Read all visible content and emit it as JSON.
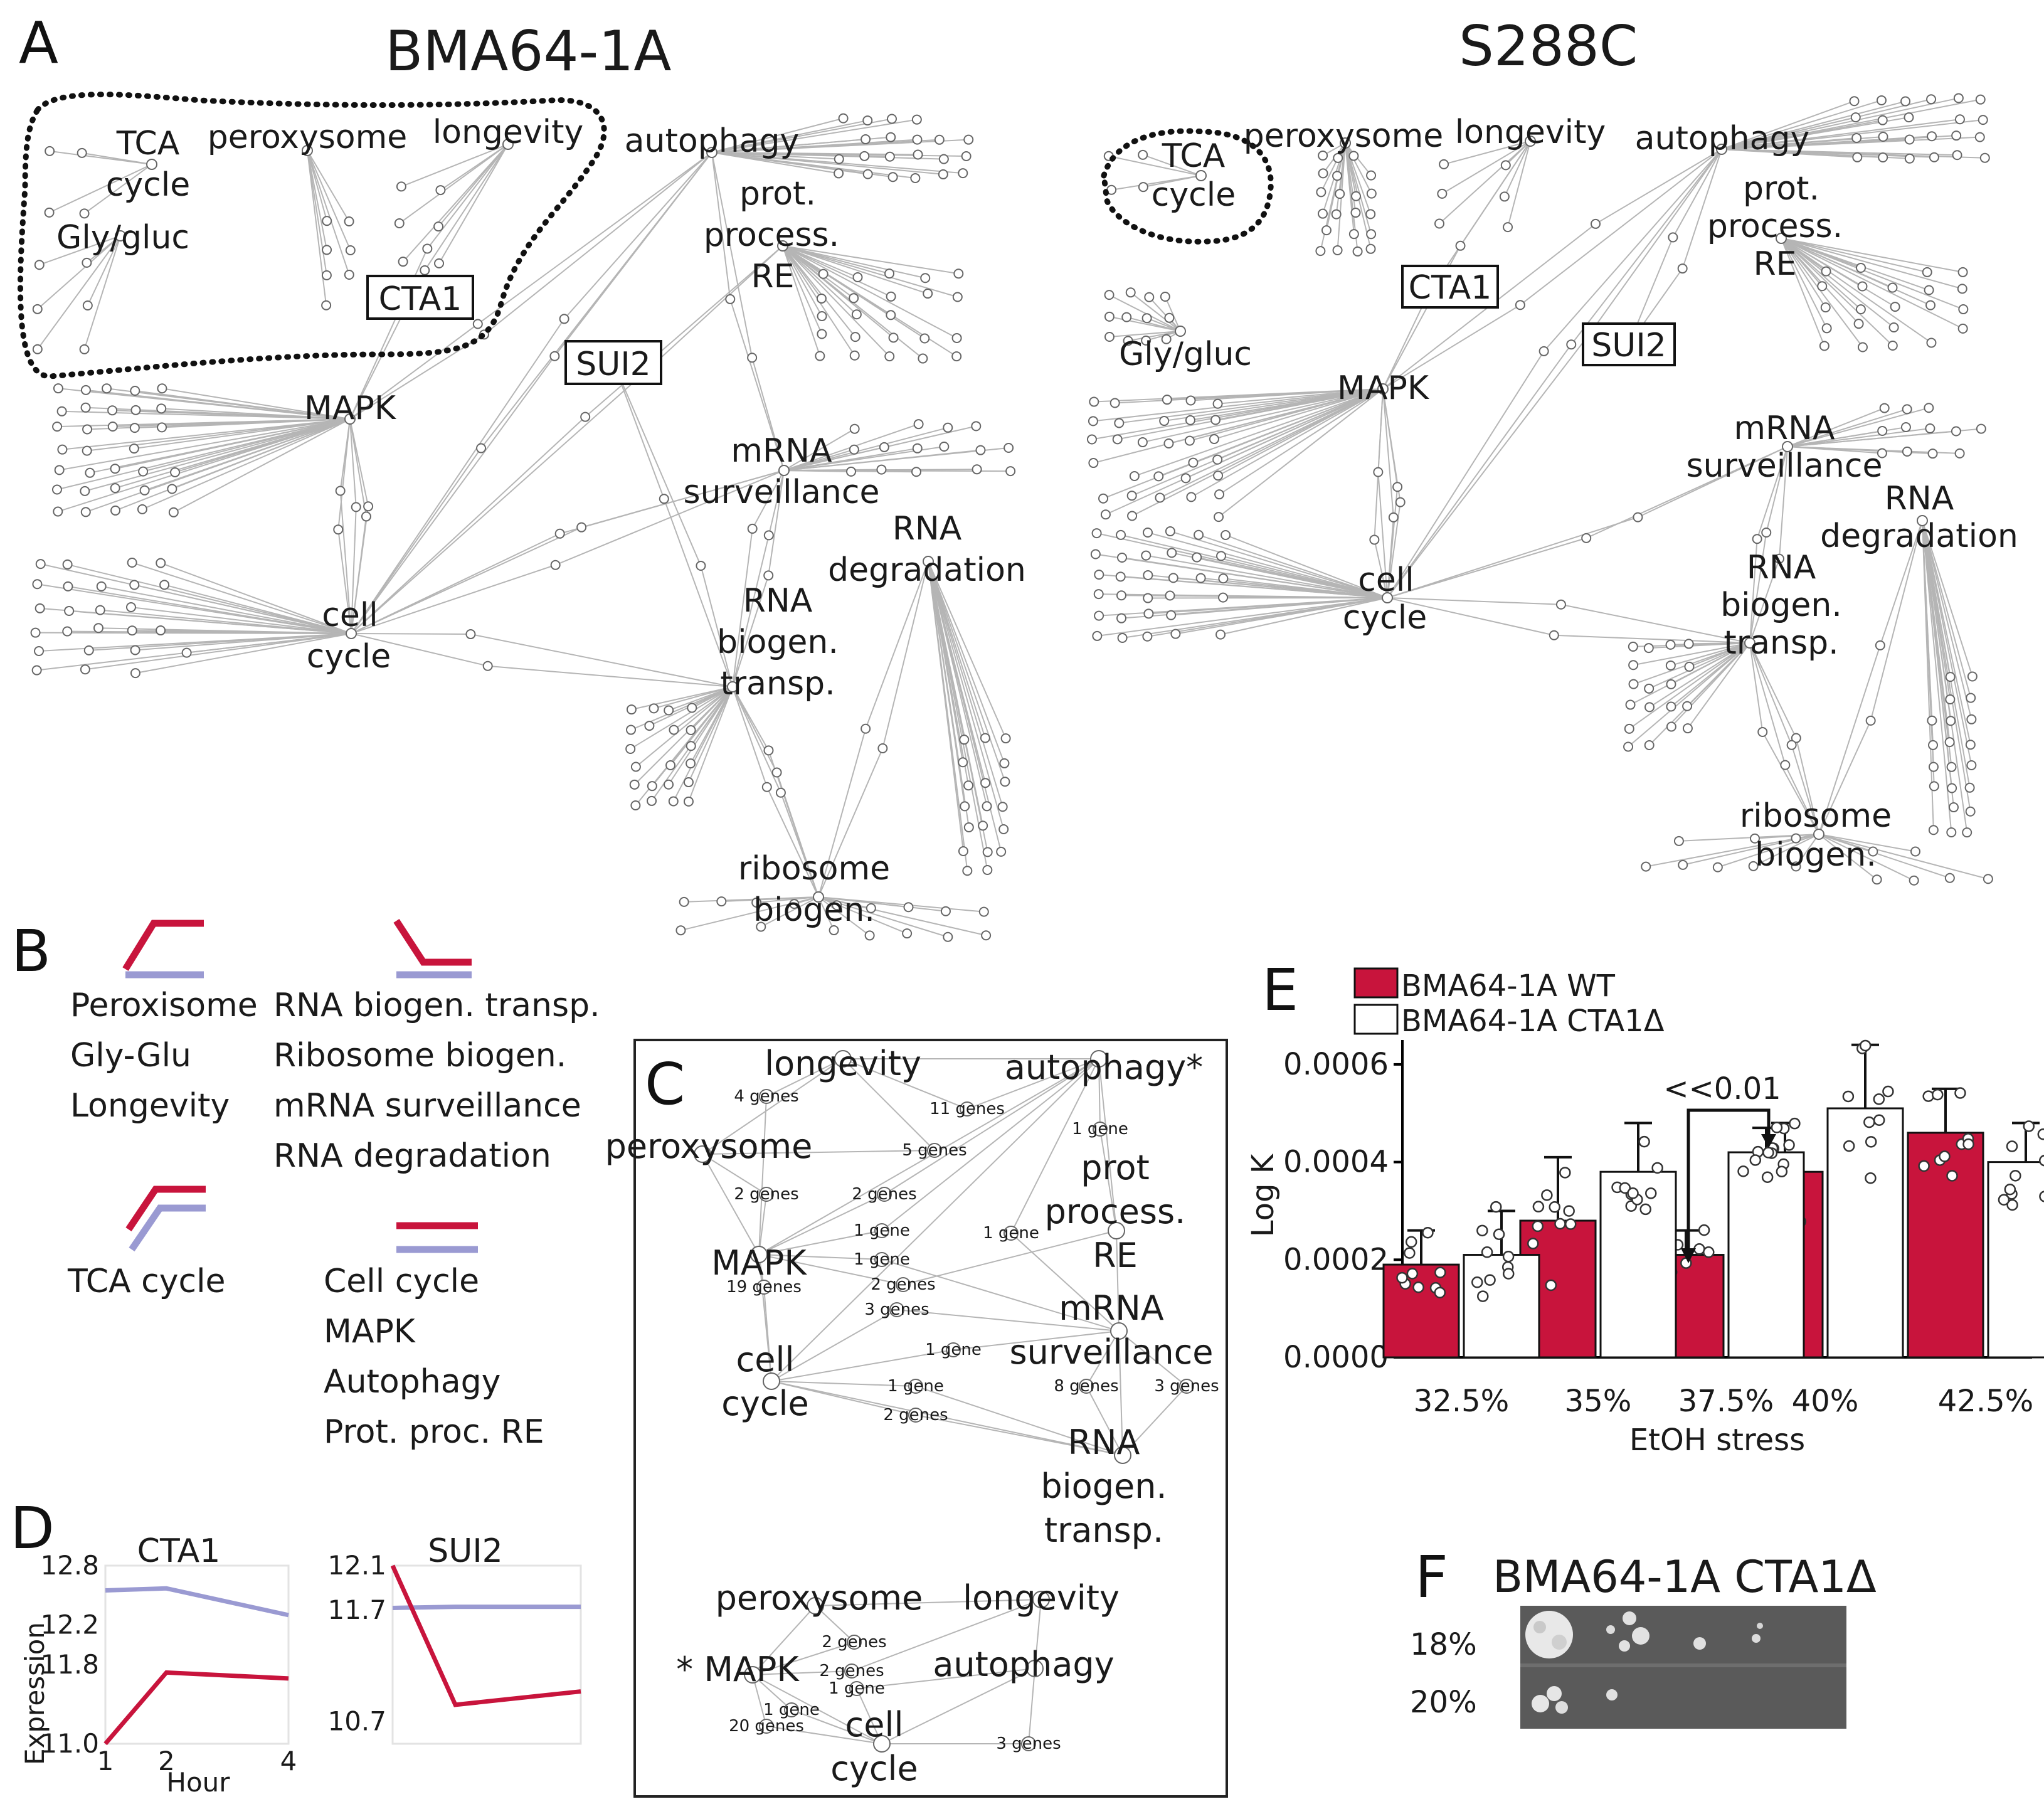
{
  "panel_a": {
    "letter": "A",
    "networks": [
      {
        "title": "BMA64-1A",
        "title_color": "#c8143c",
        "hubs": [
          {
            "id": "tca",
            "lines": [
              "TCA",
              "cycle"
            ]
          },
          {
            "id": "glygluc",
            "lines": [
              "Gly/gluc"
            ]
          },
          {
            "id": "perox",
            "lines": [
              "peroxysome"
            ]
          },
          {
            "id": "longev",
            "lines": [
              "longevity"
            ]
          },
          {
            "id": "autoph",
            "lines": [
              "autophagy"
            ]
          },
          {
            "id": "prot",
            "lines": [
              "prot.",
              "process.",
              "RE"
            ]
          },
          {
            "id": "mapk",
            "lines": [
              "MAPK"
            ]
          },
          {
            "id": "mrna",
            "lines": [
              "mRNA",
              "surveillance"
            ]
          },
          {
            "id": "rnadeg",
            "lines": [
              "RNA",
              "degradation"
            ]
          },
          {
            "id": "rnabio",
            "lines": [
              "RNA",
              "biogen.",
              "transp."
            ]
          },
          {
            "id": "cell",
            "lines": [
              "cell",
              "cycle"
            ]
          },
          {
            "id": "ribo",
            "lines": [
              "ribosome",
              "biogen."
            ]
          }
        ],
        "boxed_genes": [
          "CTA1",
          "SUI2"
        ]
      },
      {
        "title": "S288C",
        "title_color": "#9a9ad2",
        "hubs": [
          {
            "id": "tca",
            "lines": [
              "TCA",
              "cycle"
            ]
          },
          {
            "id": "perox",
            "lines": [
              "peroxysome"
            ]
          },
          {
            "id": "longev",
            "lines": [
              "longevity"
            ]
          },
          {
            "id": "autoph",
            "lines": [
              "autophagy"
            ]
          },
          {
            "id": "prot",
            "lines": [
              "prot.",
              "process.",
              "RE"
            ]
          },
          {
            "id": "glygluc",
            "lines": [
              "Gly/gluc"
            ]
          },
          {
            "id": "mapk",
            "lines": [
              "MAPK"
            ]
          },
          {
            "id": "mrna",
            "lines": [
              "mRNA",
              "surveillance"
            ]
          },
          {
            "id": "rnadeg",
            "lines": [
              "RNA",
              "degradation"
            ]
          },
          {
            "id": "rnabio",
            "lines": [
              "RNA",
              "biogen.",
              "transp."
            ]
          },
          {
            "id": "cell",
            "lines": [
              "cell",
              "cycle"
            ]
          },
          {
            "id": "ribo",
            "lines": [
              "ribosome",
              "biogen."
            ]
          }
        ],
        "boxed_genes": [
          "CTA1",
          "SUI2"
        ]
      }
    ]
  },
  "panel_b": {
    "letter": "B",
    "groups": [
      {
        "pattern": "up-red",
        "items": [
          "Peroxisome",
          "Gly-Glu",
          "Longevity"
        ]
      },
      {
        "pattern": "down-red",
        "items": [
          "RNA biogen. transp.",
          "Ribosome biogen.",
          "mRNA surveillance",
          "RNA degradation"
        ]
      },
      {
        "pattern": "up-both",
        "items": [
          "TCA cycle"
        ]
      },
      {
        "pattern": "flat-both",
        "items": [
          "Cell cycle",
          "MAPK",
          "Autophagy",
          "Prot. proc. RE"
        ]
      }
    ],
    "colors": {
      "bma": "#c8143c",
      "s288c": "#9a9ad2"
    }
  },
  "panel_c": {
    "letter": "C",
    "upper_hubs": [
      {
        "id": "longev",
        "lines": [
          "longevity"
        ]
      },
      {
        "id": "autoph",
        "lines": [
          "autophagy*"
        ]
      },
      {
        "id": "perox",
        "lines": [
          "peroxysome"
        ]
      },
      {
        "id": "prot",
        "lines": [
          "prot",
          "process.",
          "RE"
        ]
      },
      {
        "id": "mapk",
        "lines": [
          "MAPK"
        ]
      },
      {
        "id": "mrna",
        "lines": [
          "mRNA",
          "surveillance"
        ]
      },
      {
        "id": "cell",
        "lines": [
          "cell",
          "cycle"
        ]
      },
      {
        "id": "rnabio",
        "lines": [
          "RNA",
          "biogen.",
          "transp."
        ]
      }
    ],
    "upper_gene_labels": [
      "4 genes",
      "11 genes",
      "1 gene",
      "5 genes",
      "2 genes",
      "2 genes",
      "1 gene",
      "1 gene",
      "1 gene",
      "19 genes",
      "2 genes",
      "3 genes",
      "1 gene",
      "1 gene",
      "8 genes",
      "3 genes",
      "2 genes"
    ],
    "lower_hubs": [
      {
        "id": "perox",
        "lines": [
          "peroxysome"
        ]
      },
      {
        "id": "longev",
        "lines": [
          "longevity"
        ]
      },
      {
        "id": "mapk",
        "lines": [
          "* MAPK"
        ]
      },
      {
        "id": "autoph",
        "lines": [
          "autophagy"
        ]
      },
      {
        "id": "cell",
        "lines": [
          "cell",
          "cycle"
        ]
      }
    ],
    "lower_gene_labels": [
      "2 genes",
      "2 genes",
      "1 gene",
      "1 gene",
      "20 genes",
      "3 genes"
    ]
  },
  "panel_d": {
    "letter": "D",
    "ylabel": "Expression",
    "xlabel": "Hour",
    "colors": {
      "bma": "#c8143c",
      "s288c": "#9a9ad2"
    },
    "charts": [
      {
        "title": "CTA1",
        "x": [
          1,
          2,
          4
        ],
        "ylim": [
          11.0,
          12.8
        ],
        "yticks": [
          "12.8",
          "12.2",
          "11.8",
          "11.0"
        ],
        "ytick_values": [
          12.8,
          12.2,
          11.8,
          11.0
        ],
        "xticks": [
          "1",
          "2",
          "4"
        ],
        "series": [
          {
            "key": "s288c",
            "values": [
              12.55,
              12.57,
              12.3
            ]
          },
          {
            "key": "bma",
            "values": [
              11.0,
              11.72,
              11.66
            ]
          }
        ]
      },
      {
        "title": "SUI2",
        "x": [
          1,
          2,
          4
        ],
        "ylim": [
          10.5,
          12.1
        ],
        "yticks": [
          "12.1",
          "11.7",
          "10.7"
        ],
        "ytick_values": [
          12.1,
          11.7,
          10.7
        ],
        "xticks": [],
        "series": [
          {
            "key": "s288c",
            "values": [
              11.72,
              11.73,
              11.73
            ]
          },
          {
            "key": "bma",
            "values": [
              12.1,
              10.85,
              10.97
            ]
          }
        ]
      }
    ]
  },
  "panel_e": {
    "letter": "E",
    "chart_data": {
      "type": "bar",
      "categories": [
        "32.5%",
        "35%",
        "37.5%",
        "40%",
        "42.5%"
      ],
      "series": [
        {
          "name": "BMA64-1A WT",
          "color": "#c8143c",
          "values": [
            0.00019,
            0.00028,
            0.00021,
            0.00038,
            0.00046
          ],
          "errors": [
            7e-05,
            0.00013,
            5e-05,
            0.0001,
            9e-05
          ]
        },
        {
          "name": "BMA64-1A CTA1Δ",
          "color": "#ffffff",
          "values": [
            0.00021,
            0.00038,
            0.00042,
            0.00051,
            0.0004
          ],
          "errors": [
            9e-05,
            0.0001,
            5e-05,
            0.00013,
            8e-05
          ]
        }
      ],
      "ylabel": "Log K",
      "xlabel": "EtOH stress",
      "ylim": [
        0,
        0.00065
      ],
      "yticks": [
        "0.0000",
        "0.0002",
        "0.0004",
        "0.0006"
      ],
      "ytick_values": [
        0,
        0.0002,
        0.0004,
        0.0006
      ],
      "annotation": "<<0.01",
      "legend_position": "top-left"
    }
  },
  "panel_f": {
    "letter": "F",
    "title": "BMA64-1A CTA1Δ",
    "rows": [
      "18%",
      "20%"
    ]
  }
}
